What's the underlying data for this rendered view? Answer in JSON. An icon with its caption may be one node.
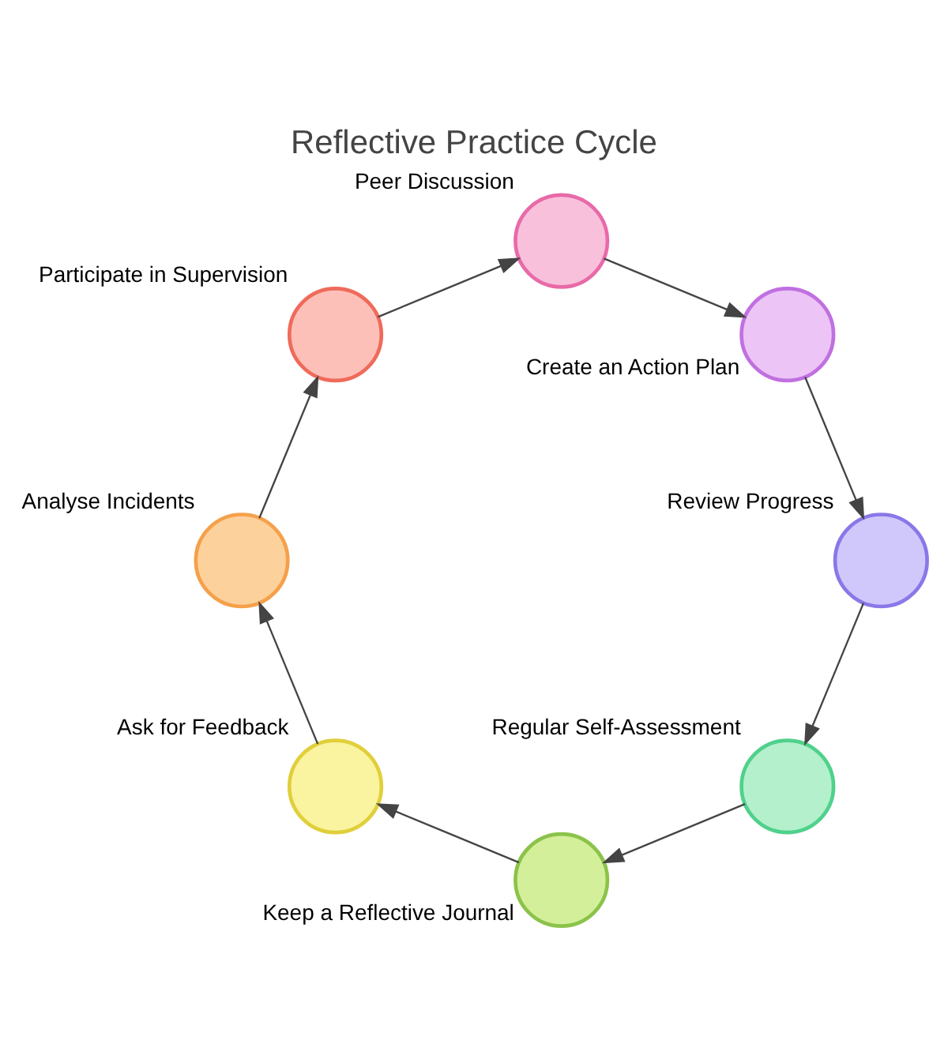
{
  "diagram": {
    "title": "Reflective Practice Cycle",
    "nodes": [
      {
        "text": [],
        "shape": "circle",
        "beside": [
          "Regular Self-Assessment"
        ]
      },
      {
        "text": [],
        "shape": "circle",
        "beside": [
          "Keep a Reflective Journal"
        ]
      },
      {
        "text": [],
        "shape": "circle",
        "beside": [
          "Ask for Feedback"
        ]
      },
      {
        "text": [],
        "shape": "circle",
        "beside": [
          "Analyse Incidents"
        ]
      },
      {
        "text": [],
        "shape": "circle",
        "beside": [
          "Participate in Supervision"
        ]
      },
      {
        "text": [],
        "shape": "circle",
        "beside": [
          "Peer Discussion"
        ]
      },
      {
        "text": [],
        "shape": "circle",
        "beside": [
          "Create an Action Plan"
        ]
      },
      {
        "text": [],
        "shape": "circle",
        "beside": [
          "Review Progress"
        ]
      }
    ],
    "edges": [
      {
        "from": 0,
        "to": 1,
        "arrow": "to"
      },
      {
        "from": 1,
        "to": 2,
        "arrow": "to"
      },
      {
        "from": 2,
        "to": 3,
        "arrow": "to"
      },
      {
        "from": 3,
        "to": 4,
        "arrow": "to"
      },
      {
        "from": 4,
        "to": 5,
        "arrow": "to"
      },
      {
        "from": 5,
        "to": 6,
        "arrow": "to"
      },
      {
        "from": 6,
        "to": 7,
        "arrow": "to"
      },
      {
        "from": 7,
        "to": 0,
        "arrow": "to"
      }
    ]
  }
}
